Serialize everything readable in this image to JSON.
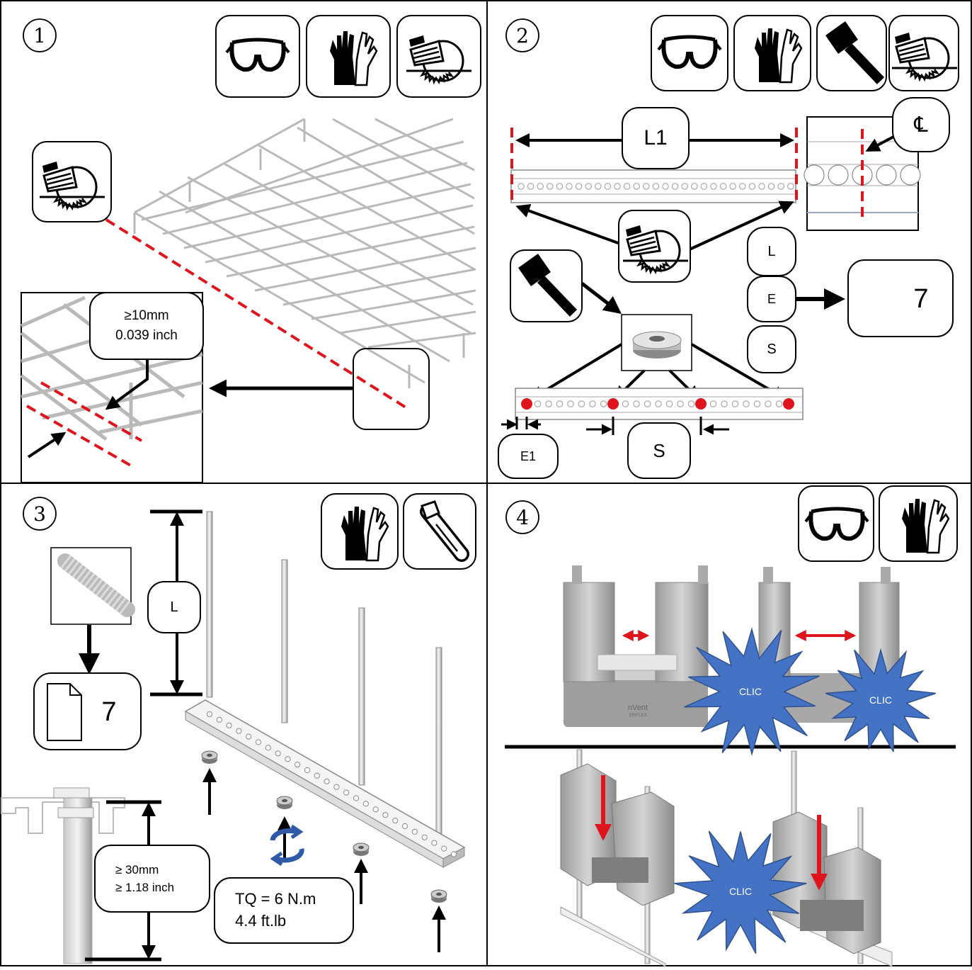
{
  "steps": {
    "s1": "1",
    "s2": "2",
    "s3": "3",
    "s4": "4"
  },
  "icons": {
    "panel1": [
      "safety-glasses-icon",
      "gloves-icon",
      "circular-saw-icon"
    ],
    "panel2": [
      "safety-glasses-icon",
      "gloves-icon",
      "hammer-icon",
      "circular-saw-icon"
    ],
    "panel3": [
      "gloves-icon",
      "hex-key-icon"
    ],
    "panel4": [
      "safety-glasses-icon",
      "gloves-icon"
    ]
  },
  "panel1": {
    "min_cut": "≥10mm\n0.039 inch"
  },
  "panel2": {
    "l1": "L1",
    "centerline": "℄",
    "l": "L",
    "e": "E",
    "s": "S",
    "doc_page": "7",
    "e1": "E1",
    "spacing": "S"
  },
  "panel3": {
    "l": "L",
    "doc_page": "7",
    "min_thread": "≥ 30mm\n≥ 1.18 inch",
    "torque": "TQ = 6 N.m\n4.4 ft.lb"
  },
  "panel4": {
    "clic": "CLIC",
    "brand": "nVent",
    "brand_sub": "ERIFLEX"
  },
  "colors": {
    "accent_red": "#e0141c",
    "clic_blue": "#4472c4",
    "rotate_blue": "#2e5aa8"
  }
}
